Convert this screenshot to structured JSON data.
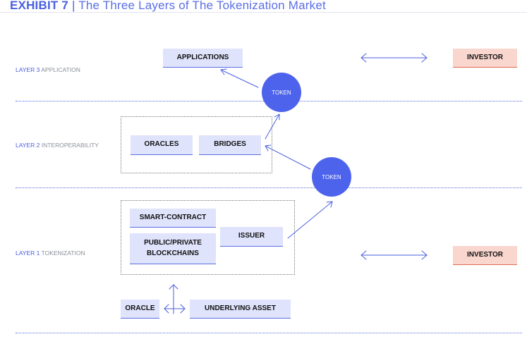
{
  "header": {
    "exhibit": "EXHIBIT 7",
    "separator": "|",
    "subtitle": "The Three Layers of The Tokenization Market"
  },
  "layers": [
    {
      "number": "LAYER 3",
      "name": "APPLICATION"
    },
    {
      "number": "LAYER 2",
      "name": "INTEROPERABILITY"
    },
    {
      "number": "LAYER 1",
      "name": "TOKENIZATION"
    }
  ],
  "nodes": {
    "applications": "APPLICATIONS",
    "investor_top": "INVESTOR",
    "token_top": "TOKEN",
    "oracles": "ORACLES",
    "bridges": "BRIDGES",
    "token_mid": "TOKEN",
    "smart_contract": "SMART-CONTRACT",
    "blockchains": "PUBLIC/PRIVATE BLOCKCHAINS",
    "issuer": "ISSUER",
    "investor_bottom": "INVESTOR",
    "oracle": "ORACLE",
    "underlying_asset": "UNDERLYING ASSET"
  },
  "colors": {
    "accent": "#4a5fe0",
    "token": "#4d63ec",
    "box_fill": "#dfe3fb",
    "investor_fill": "#f9d6ce"
  }
}
